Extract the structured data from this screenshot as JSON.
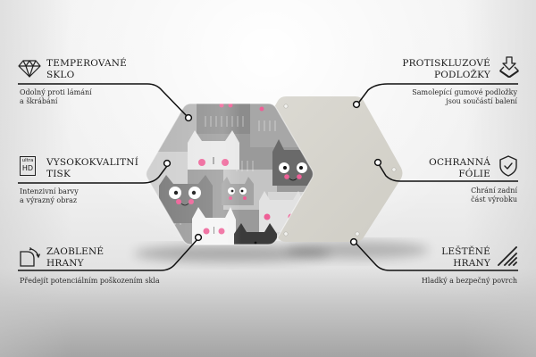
{
  "features": {
    "tempered_glass": {
      "title_line1": "TEMPEROVANÉ",
      "title_line2": "SKLO",
      "desc_line1": "Odolný proti lámání",
      "desc_line2": "a škrábání",
      "icon": "diamond-icon"
    },
    "hd_print": {
      "title_line1": "VYSOKOKVALITNÍ",
      "title_line2": "TISK",
      "desc_line1": "Intenzivní barvy",
      "desc_line2": "a výrazný obraz",
      "icon": "ultra-hd-icon",
      "icon_text_top": "ultra",
      "icon_text_bottom": "HD"
    },
    "rounded_edges": {
      "title_line1": "ZAOBLENÉ",
      "title_line2": "HRANY",
      "desc_line1": "Předejít potenciálním poškozením skla",
      "icon": "rounded-corner-icon"
    },
    "anti_slip": {
      "title_line1": "PROTISKLUZOVÉ",
      "title_line2": "PODLOŽKY",
      "desc_line1": "Samolepící gumové podložky",
      "desc_line2": "jsou součástí balení",
      "icon": "pad-download-icon"
    },
    "protective_foil": {
      "title_line1": "OCHRANNÁ",
      "title_line2": "FÓLIE",
      "desc_line1": "Chrání zadní",
      "desc_line2": "část výrobku",
      "icon": "shield-check-icon"
    },
    "polished_edges": {
      "title_line1": "LEŠTĚNÉ",
      "title_line2": "HRANY",
      "desc_line1": "Hladký a bezpečný povrch",
      "icon": "polished-edge-icon"
    }
  },
  "colors": {
    "line": "#111111",
    "back_panel": "#d6d4cc",
    "cat_pink": "#ee5f96",
    "cat_gray_dark": "#5a5a5a",
    "cat_gray_mid": "#8f8f8f",
    "cat_gray_light": "#cfcfcf"
  }
}
